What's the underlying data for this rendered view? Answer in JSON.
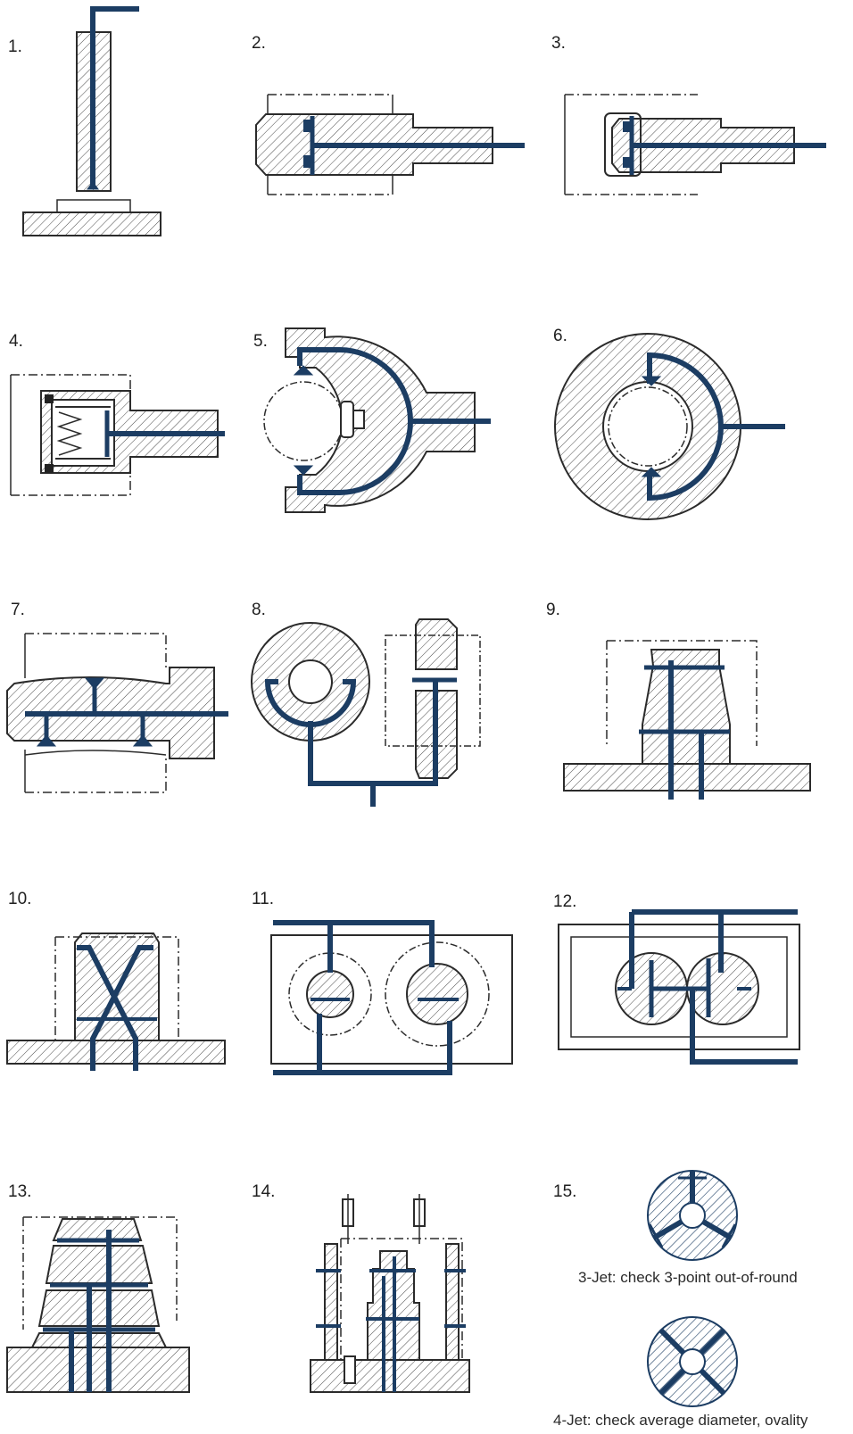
{
  "panels": [
    {
      "label": "1."
    },
    {
      "label": "2."
    },
    {
      "label": "3."
    },
    {
      "label": "4."
    },
    {
      "label": "5."
    },
    {
      "label": "6."
    },
    {
      "label": "7."
    },
    {
      "label": "8."
    },
    {
      "label": "9."
    },
    {
      "label": "10."
    },
    {
      "label": "11."
    },
    {
      "label": "12."
    },
    {
      "label": "13."
    },
    {
      "label": "14."
    },
    {
      "label": "15."
    }
  ],
  "captions": {
    "three_jet": "3-Jet: check 3-point out-of-round",
    "four_jet": "4-Jet: check average diameter, ovality"
  },
  "colors": {
    "air_channel": "#1c3d63",
    "outline": "#2b2b2b",
    "hatch": "#4a4a4a",
    "background": "#ffffff"
  }
}
